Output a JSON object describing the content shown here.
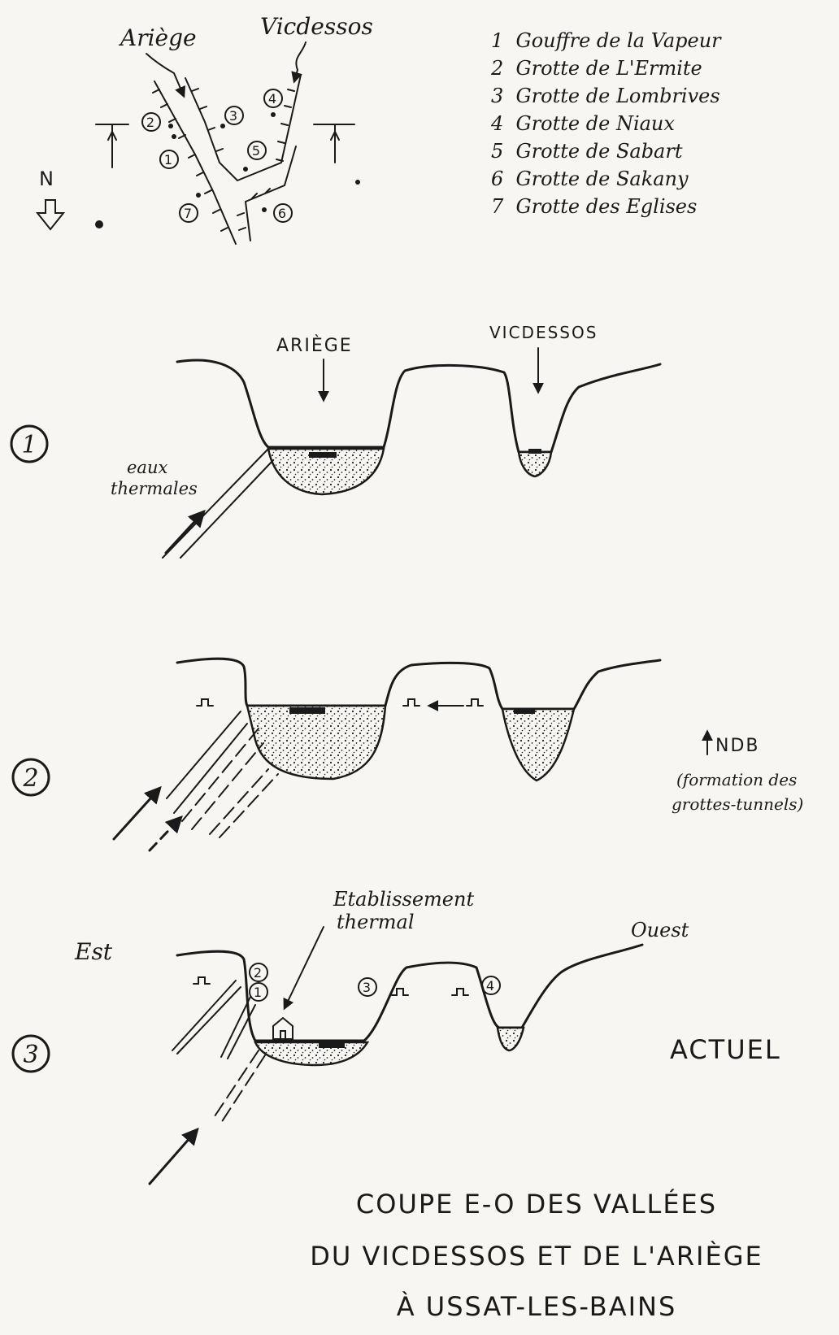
{
  "map": {
    "rivers": {
      "ariege": "Ariège",
      "vicdessos": "Vicdessos"
    },
    "north": "N",
    "sites": [
      "1",
      "2",
      "3",
      "4",
      "5",
      "6",
      "7"
    ]
  },
  "legend": [
    "1  Gouffre de la Vapeur",
    "2  Grotte de L'Ermite",
    "3  Grotte de Lombrives",
    "4  Grotte de Niaux",
    "5  Grotte de Sabart",
    "6  Grotte de Sakany",
    "7  Grotte des Eglises"
  ],
  "stage1": {
    "number": "1",
    "ariege": "ARIÈGE",
    "vicdessos": "VICDESSOS",
    "water": [
      "eaux",
      "thermales"
    ]
  },
  "stage2": {
    "number": "2",
    "ndb": "NDB",
    "note": [
      "(formation des",
      "grottes-tunnels)"
    ]
  },
  "stage3": {
    "number": "3",
    "est": "Est",
    "ouest": "Ouest",
    "etab": [
      "Etablissement",
      "thermal"
    ],
    "marks": [
      "2",
      "1",
      "3",
      "4"
    ],
    "actuel": "ACTUEL"
  },
  "title": [
    "COUPE E-O DES VALLÉES",
    "DU VICDESSOS ET DE L'ARIÈGE",
    "À USSAT-LES-BAINS"
  ]
}
